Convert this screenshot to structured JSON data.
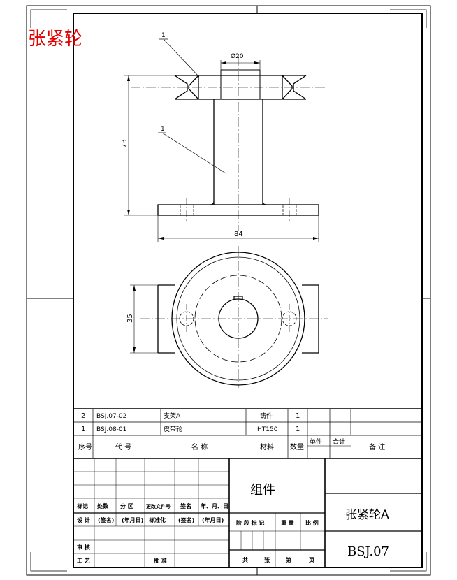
{
  "stamp": {
    "text": "张紧轮",
    "color": "#e00000"
  },
  "drawing": {
    "leader_top": "1",
    "leader_mid": "1",
    "dim_diameter": "Ø20",
    "dim_height": "73",
    "dim_width": "84",
    "dim_side": "35"
  },
  "bom": {
    "rows": [
      {
        "no": "2",
        "code": "BSJ.07-02",
        "name": "支架A",
        "material": "铸件",
        "qty": "1"
      },
      {
        "no": "1",
        "code": "BSJ.08-01",
        "name": "皮带轮",
        "material": "HT150",
        "qty": "1"
      }
    ],
    "headers": {
      "no": "序号",
      "code": "代 号",
      "name": "名 称",
      "material": "材料",
      "qty": "数量",
      "unit_weight": "单件",
      "total_weight": "合计",
      "note": "备 注"
    }
  },
  "title_block": {
    "rev_labels": [
      "标记",
      "处数",
      "分 区",
      "更改文件号",
      "签名",
      "年、月、日"
    ],
    "design_labels": [
      "设 计",
      "(签名)",
      "(年月日)",
      "标准化",
      "(签名)",
      "(年月日)"
    ],
    "review": "审 核",
    "process": "工 艺",
    "approve": "批 准",
    "assembly": "组件",
    "stage_labels": [
      "阶 段 标 记",
      "重 量",
      "比 例"
    ],
    "sheet_labels": [
      "共",
      "张",
      "第",
      "页"
    ],
    "part_name": "张紧轮A",
    "drawing_no": "BSJ.07"
  }
}
